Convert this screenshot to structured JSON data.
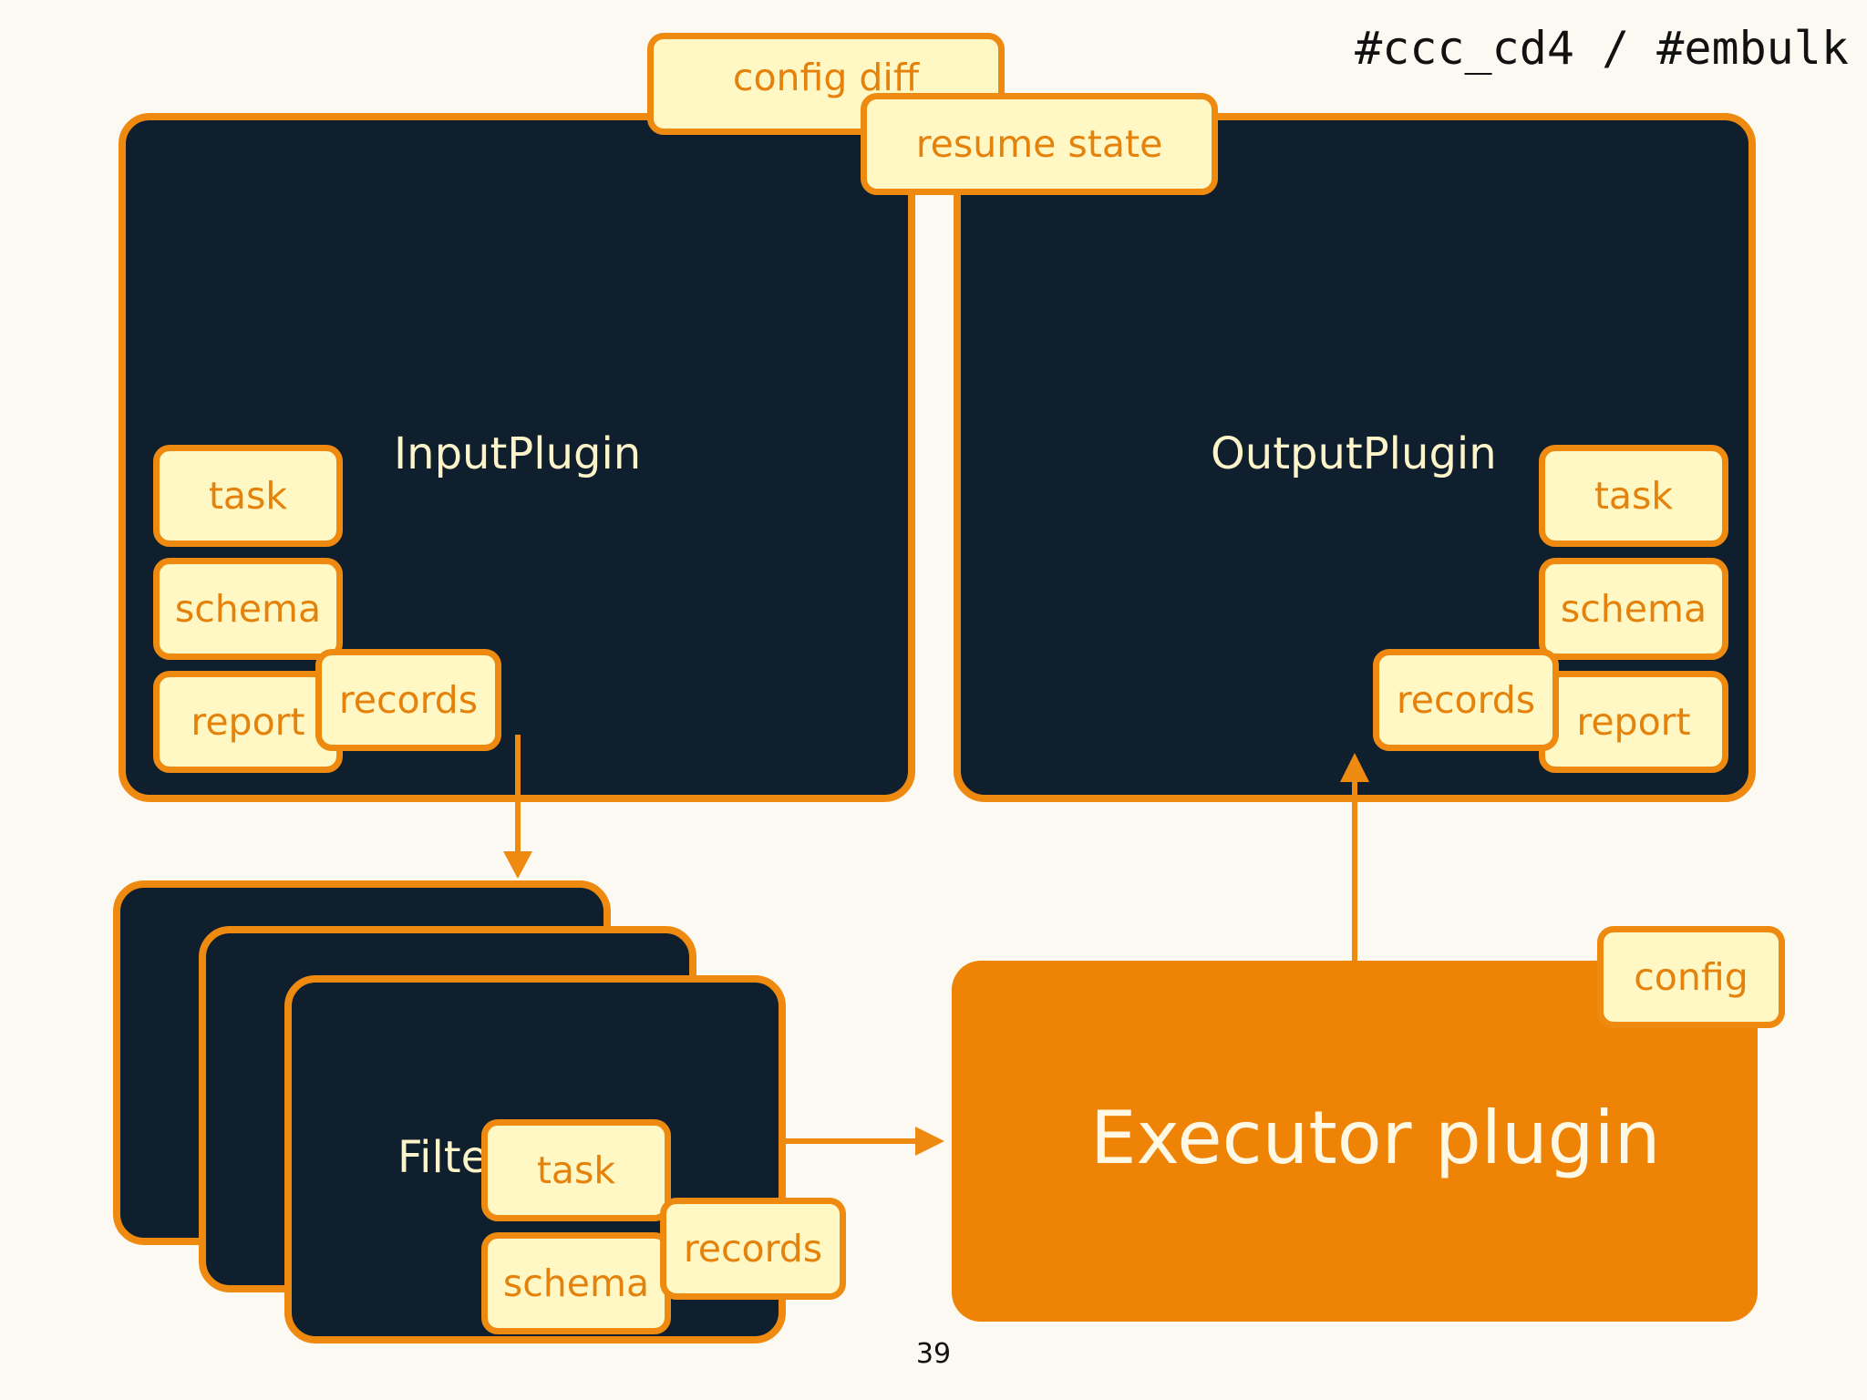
{
  "header": {
    "hashtags": "#ccc_cd4 / #embulk"
  },
  "input_plugin": {
    "label": "InputPlugin",
    "task": "task",
    "schema": "schema",
    "report": "report",
    "records": "records"
  },
  "output_plugin": {
    "label": "OutputPlugin",
    "task": "task",
    "schema": "schema",
    "report": "report",
    "records": "records"
  },
  "filter_plugin": {
    "label": "Filte",
    "task": "task",
    "schema": "schema",
    "records": "records"
  },
  "executor_plugin": {
    "label": "Executor plugin",
    "config": "config"
  },
  "top_tags": {
    "config_diff": "config diff",
    "resume_state": "resume state"
  },
  "footer": {
    "page_number": "39"
  },
  "colors": {
    "background": "#fbf9f2",
    "plugin_fill": "#0f1f2d",
    "accent_orange": "#ef8a10",
    "tag_fill": "#fff8c4"
  }
}
